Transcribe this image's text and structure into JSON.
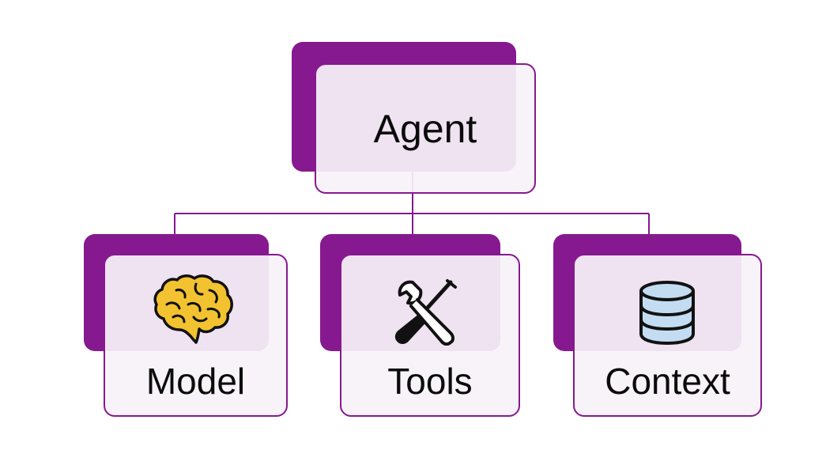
{
  "diagram": {
    "root": {
      "label": "Agent"
    },
    "children": [
      {
        "label": "Model",
        "icon": "brain-icon"
      },
      {
        "label": "Tools",
        "icon": "wrench-screwdriver-icon"
      },
      {
        "label": "Context",
        "icon": "database-icon"
      }
    ]
  },
  "colors": {
    "accent": "#86198f",
    "card_fill": "#f8f2f9",
    "text": "#0b0b0b",
    "brain": "#f2c230",
    "database": "#c3dcf2"
  }
}
